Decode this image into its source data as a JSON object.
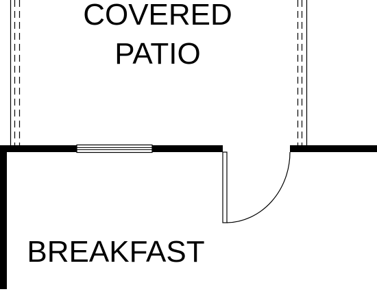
{
  "rooms": {
    "covered_patio": {
      "line1": "COVERED",
      "line2": "PATIO"
    },
    "breakfast": {
      "label": "BREAKFAST"
    }
  },
  "colors": {
    "wall": "#000000",
    "line": "#000000",
    "background": "#ffffff"
  }
}
